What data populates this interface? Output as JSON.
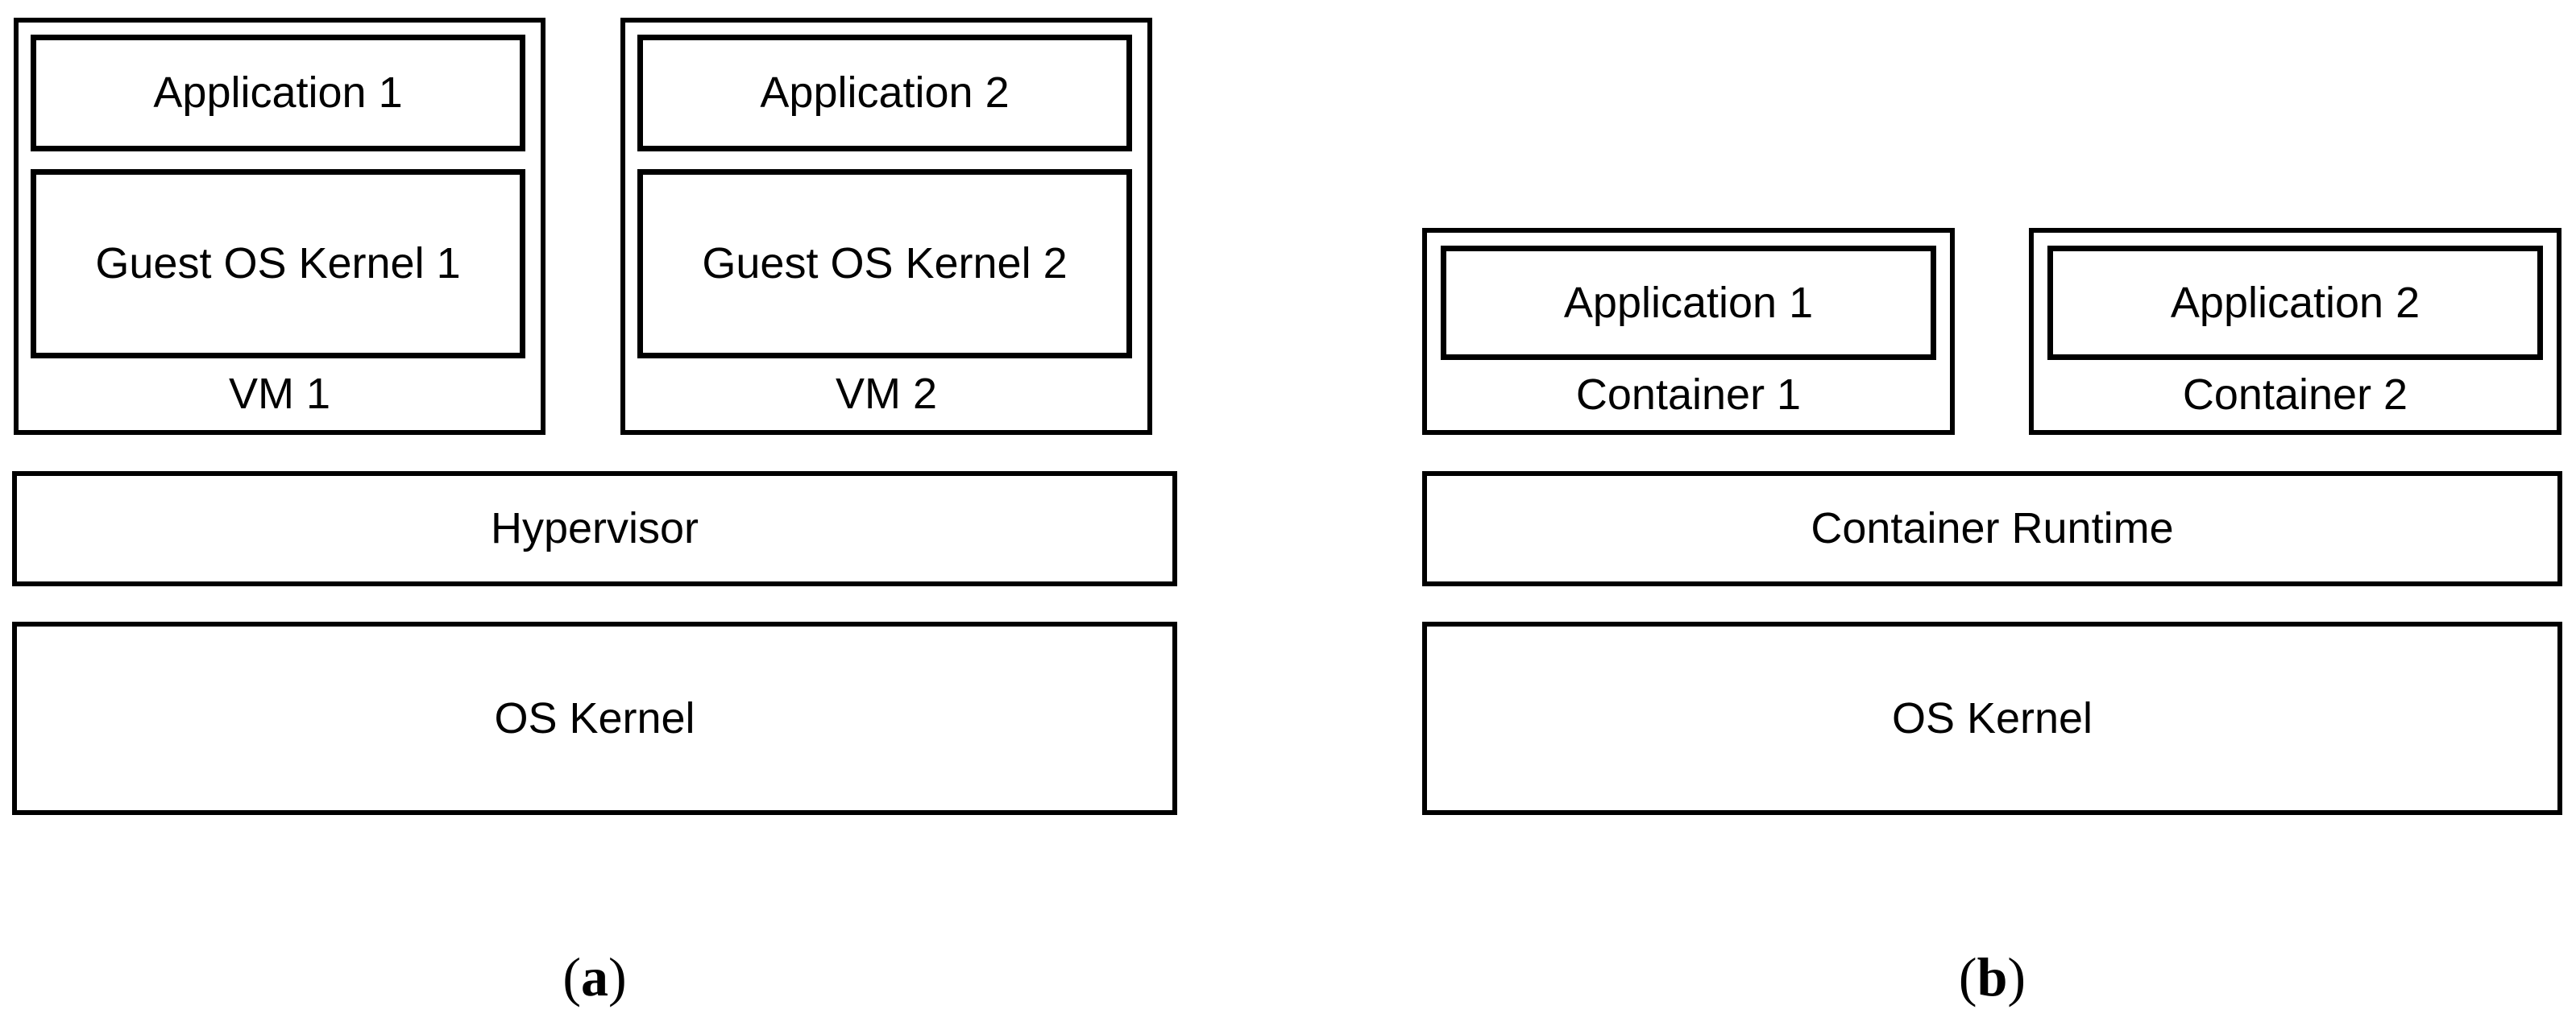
{
  "colors": {
    "line": "#000000",
    "background": "#ffffff"
  },
  "panel_a": {
    "vms": [
      {
        "application": "Application 1",
        "guest_kernel": "Guest OS Kernel 1",
        "label": "VM 1"
      },
      {
        "application": "Application 2",
        "guest_kernel": "Guest OS Kernel 2",
        "label": "VM 2"
      }
    ],
    "hypervisor": "Hypervisor",
    "os_kernel": "OS Kernel",
    "caption": {
      "open": "(",
      "letter": "a",
      "close": ")"
    }
  },
  "panel_b": {
    "containers": [
      {
        "application": "Application 1",
        "label": "Container 1"
      },
      {
        "application": "Application 2",
        "label": "Container 2"
      }
    ],
    "runtime": "Container Runtime",
    "os_kernel": "OS Kernel",
    "caption": {
      "open": "(",
      "letter": "b",
      "close": ")"
    }
  }
}
